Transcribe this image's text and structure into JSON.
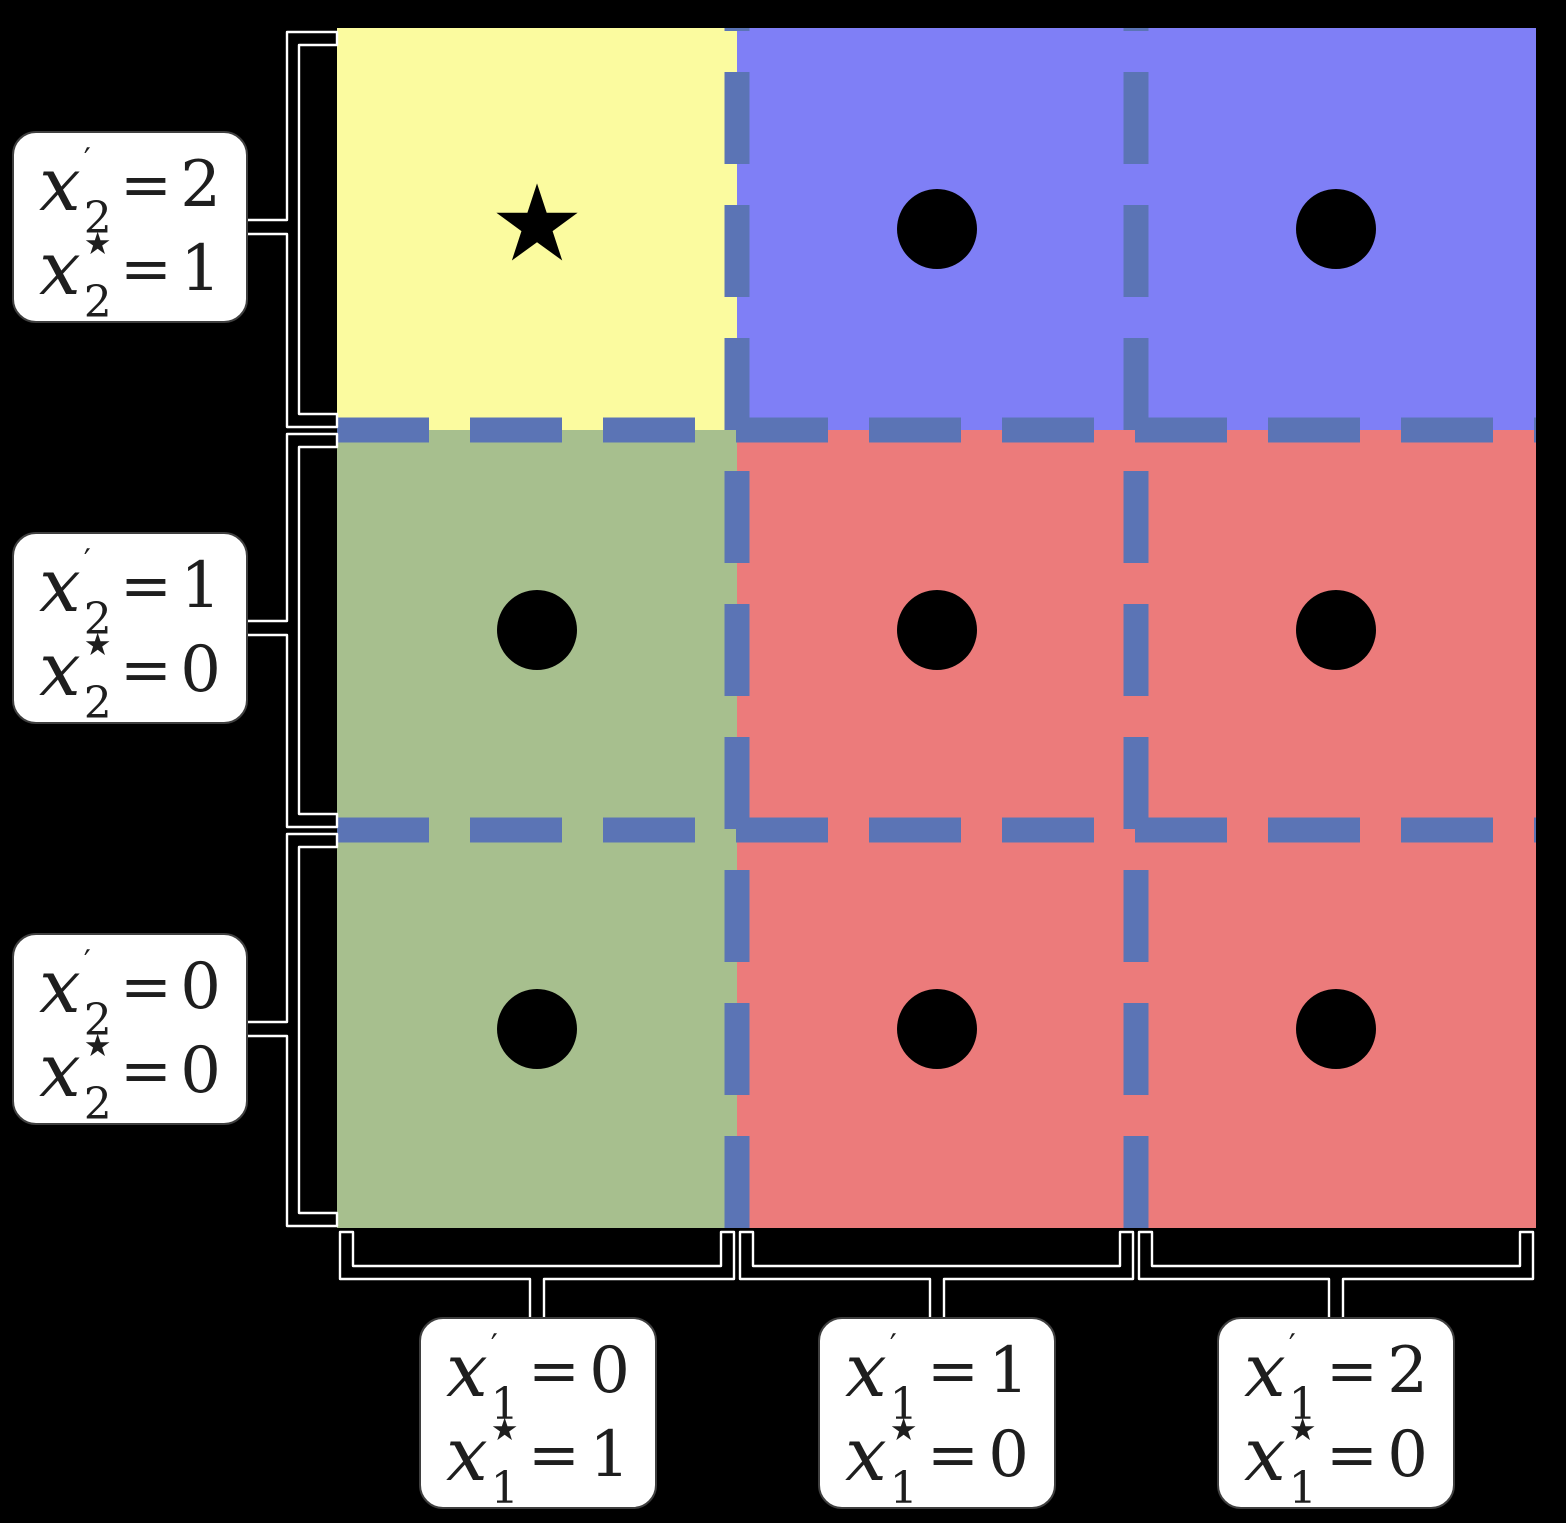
{
  "colors": {
    "background": "#000000",
    "cell_yellow": "#FBFB9F",
    "cell_blue": "#7F7FF6",
    "cell_green": "#A7BF8E",
    "cell_red": "#EC7B7B",
    "dashed_line": "#5B74B5",
    "marker_black": "#000000",
    "label_box_bg": "#FFFFFF",
    "label_box_border": "#3F3F3F",
    "label_text": "#1E1E1E",
    "bracket_fill": "#000000",
    "bracket_outline": "#FFFFFF"
  },
  "chart_data": {
    "type": "heatmap",
    "rows": 3,
    "cols": 3,
    "cell_colors": [
      [
        "yellow",
        "blue",
        "blue"
      ],
      [
        "green",
        "red",
        "red"
      ],
      [
        "green",
        "red",
        "red"
      ]
    ],
    "cell_markers": [
      [
        "star",
        "dot",
        "dot"
      ],
      [
        "dot",
        "dot",
        "dot"
      ],
      [
        "dot",
        "dot",
        "dot"
      ]
    ],
    "row_labels": [
      "x2' = 2, x2* = 1",
      "x2' = 1, x2* = 0",
      "x2' = 0, x2* = 0"
    ],
    "col_labels": [
      "x1' = 0, x1* = 1",
      "x1' = 1, x1* = 0",
      "x1' = 2, x1* = 0"
    ],
    "gridlines": "dashed",
    "legend_position": "none"
  },
  "markers": {
    "star_glyph": "★"
  },
  "row_labels": [
    {
      "line1": {
        "base": "x",
        "sup": "′",
        "sub": "2",
        "eq": "=",
        "value": "2"
      },
      "line2": {
        "base": "x",
        "sup": "★",
        "sub": "2",
        "eq": "=",
        "value": "1"
      }
    },
    {
      "line1": {
        "base": "x",
        "sup": "′",
        "sub": "2",
        "eq": "=",
        "value": "1"
      },
      "line2": {
        "base": "x",
        "sup": "★",
        "sub": "2",
        "eq": "=",
        "value": "0"
      }
    },
    {
      "line1": {
        "base": "x",
        "sup": "′",
        "sub": "2",
        "eq": "=",
        "value": "0"
      },
      "line2": {
        "base": "x",
        "sup": "★",
        "sub": "2",
        "eq": "=",
        "value": "0"
      }
    }
  ],
  "col_labels": [
    {
      "line1": {
        "base": "x",
        "sup": "′",
        "sub": "1",
        "eq": "=",
        "value": "0"
      },
      "line2": {
        "base": "x",
        "sup": "★",
        "sub": "1",
        "eq": "=",
        "value": "1"
      }
    },
    {
      "line1": {
        "base": "x",
        "sup": "′",
        "sub": "1",
        "eq": "=",
        "value": "1"
      },
      "line2": {
        "base": "x",
        "sup": "★",
        "sub": "1",
        "eq": "=",
        "value": "0"
      }
    },
    {
      "line1": {
        "base": "x",
        "sup": "′",
        "sub": "1",
        "eq": "=",
        "value": "2"
      },
      "line2": {
        "base": "x",
        "sup": "★",
        "sub": "1",
        "eq": "=",
        "value": "0"
      }
    }
  ]
}
